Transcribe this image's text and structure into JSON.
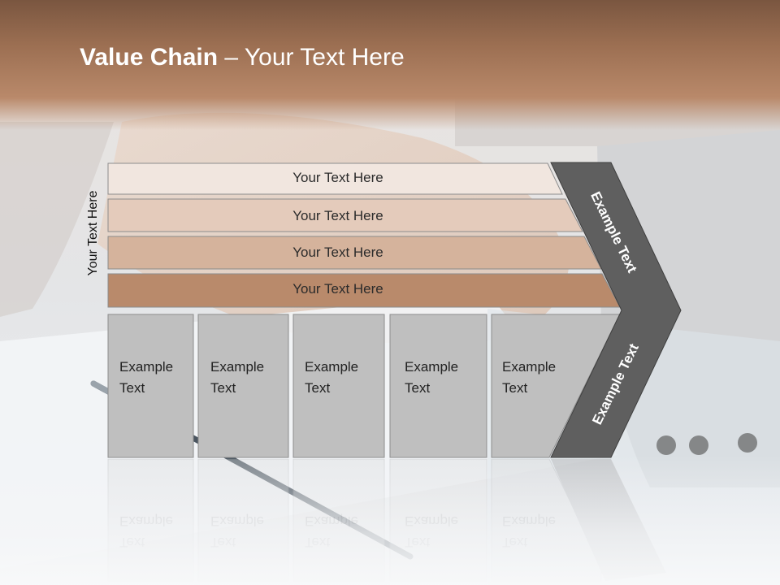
{
  "slide": {
    "title_bold": "Value Chain",
    "title_rest": " – Your Text Here",
    "side_label": "Your Text Here"
  },
  "bars": [
    {
      "label": "Your Text Here",
      "color": "#f1e6df"
    },
    {
      "label": "Your Text Here",
      "color": "#e4cbbb"
    },
    {
      "label": "Your Text Here",
      "color": "#d5b39c"
    },
    {
      "label": "Your Text Here",
      "color": "#b98a6b"
    }
  ],
  "columns": [
    {
      "line1": "Example",
      "line2": "Text"
    },
    {
      "line1": "Example",
      "line2": "Text"
    },
    {
      "line1": "Example",
      "line2": "Text"
    },
    {
      "line1": "Example",
      "line2": "Text"
    },
    {
      "line1": "Example",
      "line2": "Text"
    }
  ],
  "chevron": {
    "upper_label": "Example Text",
    "lower_label": "Example Text",
    "color": "#5f5f5f"
  },
  "colors": {
    "column_fill": "#bfbfbf",
    "column_stroke": "#8c8c8c",
    "title_band": "#9c6f52"
  }
}
